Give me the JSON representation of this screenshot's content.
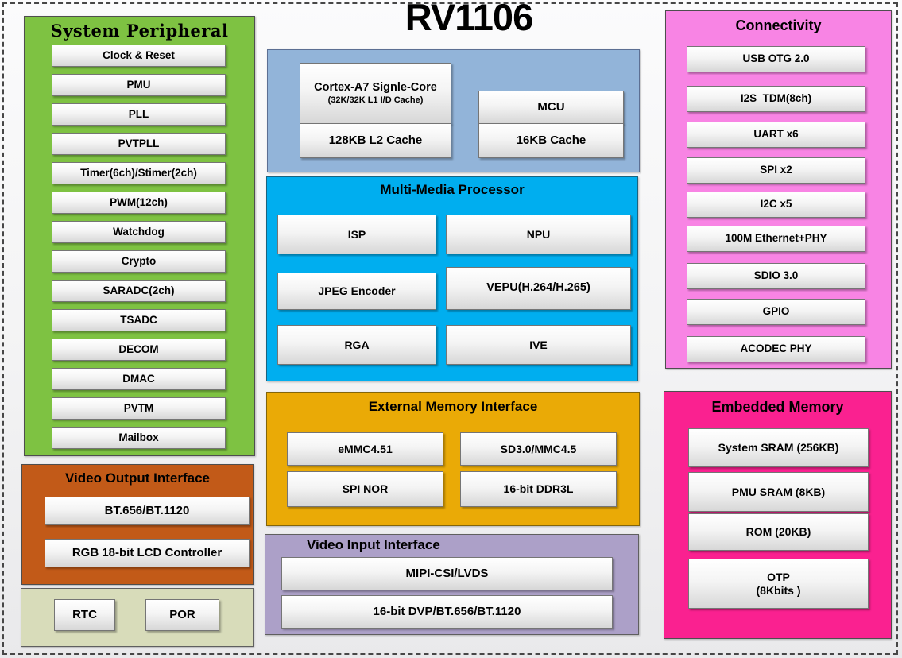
{
  "title": "RV1106",
  "palette": {
    "system_peripheral": "#7EC242",
    "video_output": "#C25A18",
    "power_domain": "#D8DCBA",
    "cpu_block": "#92B4D9",
    "multimedia": "#00AEEF",
    "external_memory": "#EAAA06",
    "video_input": "#ACA0C8",
    "connectivity": "#F884E4",
    "embedded_memory": "#FA2190"
  },
  "sections": {
    "system_peripheral": {
      "title": "System Peripheral",
      "items": [
        "Clock & Reset",
        "PMU",
        "PLL",
        "PVTPLL",
        "Timer(6ch)/Stimer(2ch)",
        "PWM(12ch)",
        "Watchdog",
        "Crypto",
        "SARADC(2ch)",
        "TSADC",
        "DECOM",
        "DMAC",
        "PVTM",
        "Mailbox"
      ]
    },
    "video_output": {
      "title": "Video Output Interface",
      "items": [
        "BT.656/BT.1120",
        "RGB 18-bit LCD Controller"
      ]
    },
    "power": {
      "items": [
        "RTC",
        "POR"
      ]
    },
    "cpu": {
      "core_title": "Cortex-A7 Signle-Core",
      "core_subtitle": "(32K/32K L1 I/D Cache)",
      "l2_cache": "128KB L2 Cache",
      "mcu": "MCU",
      "mcu_cache": "16KB Cache"
    },
    "multimedia": {
      "title": "Multi-Media Processor",
      "items": [
        "ISP",
        "NPU",
        "JPEG Encoder",
        "VEPU(H.264/H.265)",
        "RGA",
        "IVE"
      ]
    },
    "external_memory": {
      "title": "External Memory Interface",
      "items": [
        "eMMC4.51",
        "SD3.0/MMC4.5",
        "SPI NOR",
        "16-bit DDR3L"
      ]
    },
    "video_input": {
      "title": "Video Input Interface",
      "items": [
        "MIPI-CSI/LVDS",
        "16-bit DVP/BT.656/BT.1120"
      ]
    },
    "connectivity": {
      "title": "Connectivity",
      "items": [
        "USB OTG 2.0",
        "I2S_TDM(8ch)",
        "UART x6",
        "SPI x2",
        "I2C x5",
        "100M Ethernet+PHY",
        "SDIO 3.0",
        "GPIO",
        "ACODEC PHY"
      ]
    },
    "embedded_memory": {
      "title": "Embedded Memory",
      "items": [
        "System SRAM (256KB)",
        "PMU SRAM (8KB)",
        "ROM (20KB)",
        "OTP\n(8Kbits )"
      ]
    }
  }
}
